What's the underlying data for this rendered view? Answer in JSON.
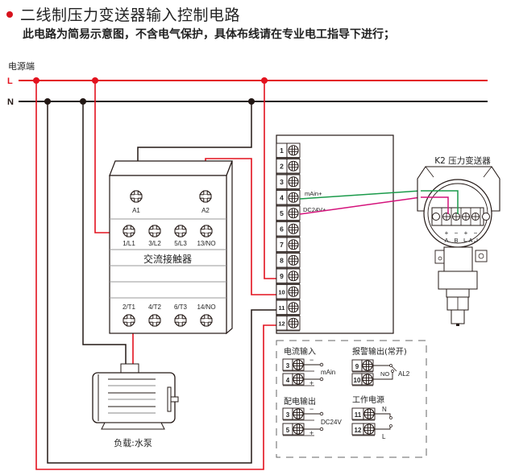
{
  "header": {
    "title": "二线制压力变送器输入控制电路",
    "subtitle": "此电路为简易示意图，不含电气保护，具体布线请在专业电工指导下进行；"
  },
  "power": {
    "label": "电源端",
    "line_l": "L",
    "line_n": "N"
  },
  "contactor": {
    "name": "交流接触器",
    "coil_terminals": [
      "A1",
      "A2"
    ],
    "top_terminals": [
      "1/L1",
      "3/L2",
      "5/L3",
      "13/NO"
    ],
    "bottom_terminals": [
      "2/T1",
      "4/T2",
      "6/T3",
      "14/NO"
    ]
  },
  "load": {
    "label": "负载:水泵"
  },
  "controller": {
    "terminals": [
      "1",
      "2",
      "3",
      "4",
      "5",
      "6",
      "7",
      "8",
      "9",
      "10",
      "11",
      "12"
    ],
    "labels": {
      "t4": "mAin+",
      "t5": "DC24V+"
    }
  },
  "transmitter": {
    "title": "K2 压力变送器",
    "terminal_marks": {
      "plus1": "+",
      "minus1": "−",
      "plus2": "+",
      "minus2": "−",
      "a": "A",
      "b": "B",
      "alarm": "A"
    }
  },
  "legend": {
    "current_input": {
      "title": "电流输入",
      "terminals": [
        "3",
        "4"
      ],
      "signal": "mAin",
      "minus": "−",
      "plus": "+"
    },
    "alarm_output": {
      "title": "报警输出(常开)",
      "terminals": [
        "9",
        "10"
      ],
      "contact": "NO",
      "relay": "AL2"
    },
    "power_output": {
      "title": "配电输出",
      "terminals": [
        "3",
        "5"
      ],
      "signal": "DC24V",
      "minus": "−",
      "plus": "+"
    },
    "work_power": {
      "title": "工作电源",
      "terminals": [
        "11",
        "12"
      ],
      "n": "N",
      "l": "L"
    }
  },
  "colors": {
    "live": "#e3121e",
    "neutral": "#231815",
    "signal_green": "#1a9a4a",
    "signal_magenta": "#d4127b",
    "bullet": "#d7131d"
  }
}
